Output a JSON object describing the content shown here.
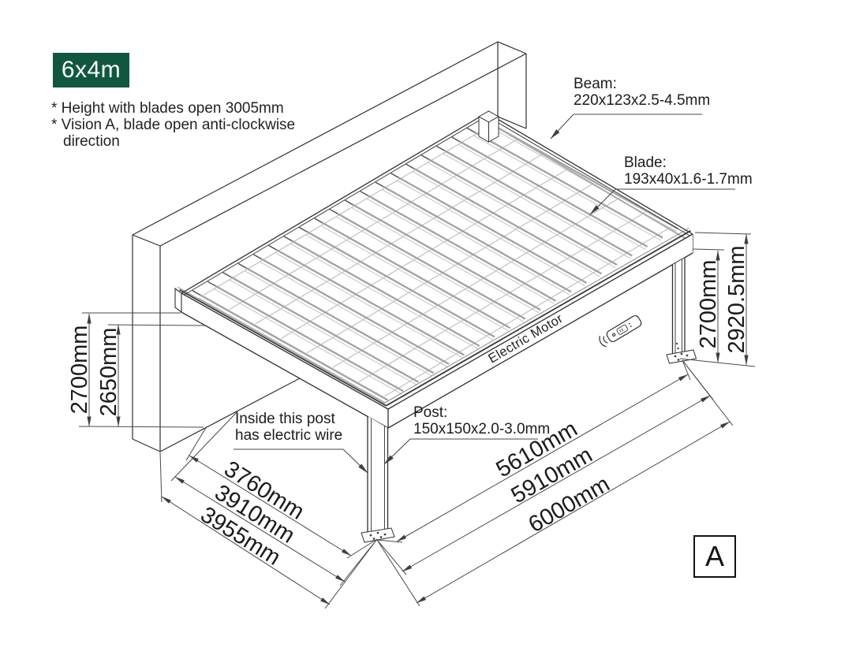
{
  "badge": {
    "label": "6x4m"
  },
  "notes": {
    "lines": [
      "* Height with blades open 3005mm",
      "* Vision A, blade open anti-clockwise",
      "direction"
    ]
  },
  "callouts": {
    "beam": {
      "title": "Beam:",
      "spec": "220x123x2.5-4.5mm"
    },
    "blade": {
      "title": "Blade:",
      "spec": "193x40x1.6-1.7mm"
    },
    "post": {
      "title": "Post:",
      "spec": "150x150x2.0-3.0mm"
    },
    "electric": {
      "line1": "Inside this post",
      "line2": "has electric wire"
    }
  },
  "motor_label": "Electric Motor",
  "dimensions": {
    "left_outer": "2700mm",
    "left_inner": "2650mm",
    "right_inner": "2700mm",
    "right_outer": "2920.5mm",
    "bottom_left": [
      "3760mm",
      "3910mm",
      "3955mm"
    ],
    "bottom_right": [
      "5610mm",
      "5910mm",
      "6000mm"
    ]
  },
  "view_label": "A",
  "colors": {
    "badge_green": "#115740",
    "line_dark": "#2f2f2f",
    "blade_gray": "#a2a2a2",
    "dim_line": "#4a4a4a"
  },
  "icons": {
    "remote": "remote-control-icon",
    "signal_waves": "signal-waves-icon"
  }
}
